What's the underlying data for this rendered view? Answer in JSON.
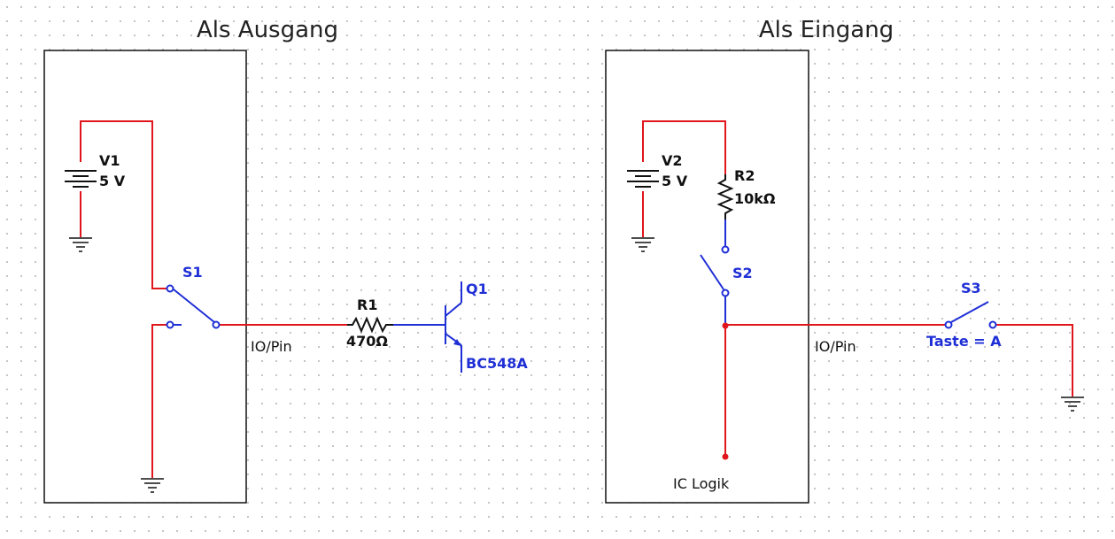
{
  "titles": {
    "output": "Als Ausgang",
    "input": "Als Eingang"
  },
  "left": {
    "source": {
      "name": "V1",
      "value": "5 V"
    },
    "switch": {
      "name": "S1"
    },
    "pin_label": "IO/Pin",
    "resistor": {
      "name": "R1",
      "value": "470Ω"
    },
    "transistor": {
      "name": "Q1",
      "model": "BC548A"
    }
  },
  "right": {
    "source": {
      "name": "V2",
      "value": "5 V"
    },
    "resistor": {
      "name": "R2",
      "value": "10kΩ"
    },
    "switch": {
      "name": "S2"
    },
    "pin_label": "IO/Pin",
    "box_label": "IC Logik",
    "key_switch": {
      "name": "S3",
      "key": "Taste = A"
    }
  },
  "colors": {
    "wire": "#e0161c",
    "component": "#1f2fd6",
    "frame": "#111111",
    "grid": "#9a9a9a"
  }
}
